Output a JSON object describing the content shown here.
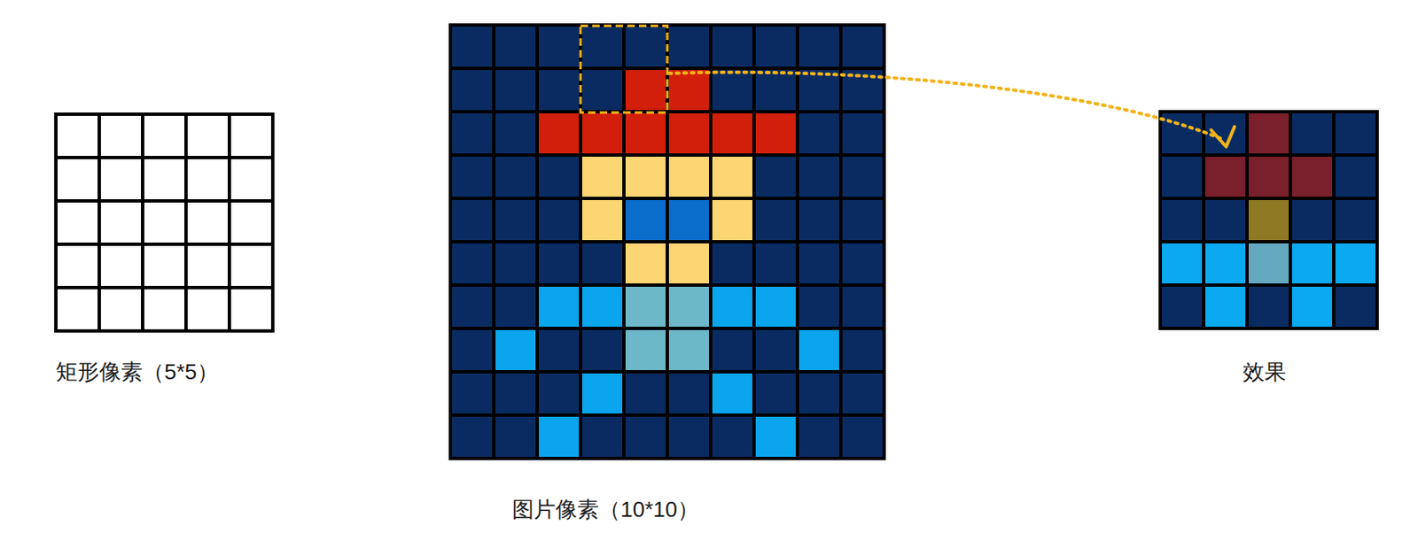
{
  "diagram": {
    "labels": [
      "矩形像素（5*5）",
      "图片像素（10*10）",
      "效果"
    ]
  }
}
